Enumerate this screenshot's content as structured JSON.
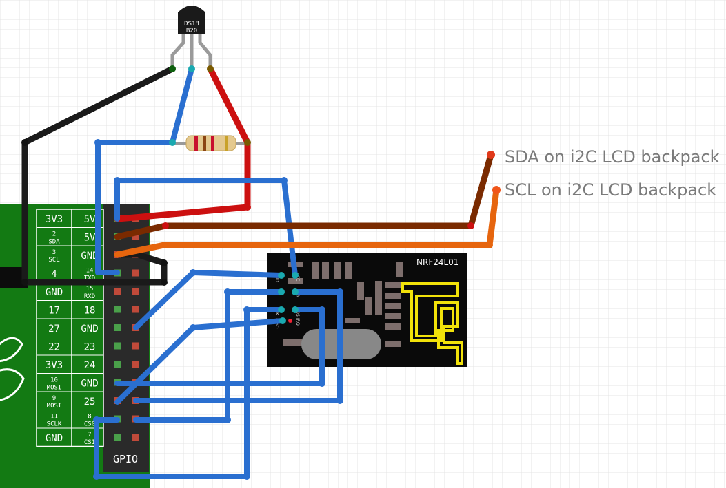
{
  "sensor": {
    "name_line1": "DS18",
    "name_line2": "B20"
  },
  "radio": {
    "name": "NRF24L01",
    "pin_labels": [
      "GND",
      "VCC",
      "CE",
      "CSN",
      "SCK",
      "MOSI",
      "MISO",
      "IRQ"
    ]
  },
  "gpio_header": {
    "label": "GPIO",
    "rows": [
      {
        "left": "3V3",
        "right": "5V"
      },
      {
        "left_num": "2",
        "left_sub": "SDA",
        "right": "5V"
      },
      {
        "left_num": "3",
        "left_sub": "SCL",
        "right": "GND"
      },
      {
        "left": "4",
        "right_num": "14",
        "right_sub": "TXD"
      },
      {
        "left": "GND",
        "right_num": "15",
        "right_sub": "RXD"
      },
      {
        "left": "17",
        "right": "18"
      },
      {
        "left": "27",
        "right": "GND"
      },
      {
        "left": "22",
        "right": "23"
      },
      {
        "left": "3V3",
        "right": "24"
      },
      {
        "left_num": "10",
        "left_sub": "MOSI",
        "right": "GND"
      },
      {
        "left_num": "9",
        "left_sub": "MOSI",
        "right": "25"
      },
      {
        "left_num": "11",
        "left_sub": "SCLK",
        "right_num": "8",
        "right_sub": "CS0"
      },
      {
        "left": "GND",
        "right_num": "7",
        "right_sub": "CS1"
      }
    ]
  },
  "annotations": {
    "sda": "SDA on i2C LCD backpack",
    "scl": "SCL on i2C LCD backpack"
  },
  "colors": {
    "board_green": "#137a13",
    "wire_blue": "#2a6fd0",
    "wire_black": "#1a1a1a",
    "wire_red": "#cc1010",
    "wire_brown": "#7a2a00",
    "wire_orange": "#e6650e",
    "antenna_yellow": "#f2e20a"
  }
}
